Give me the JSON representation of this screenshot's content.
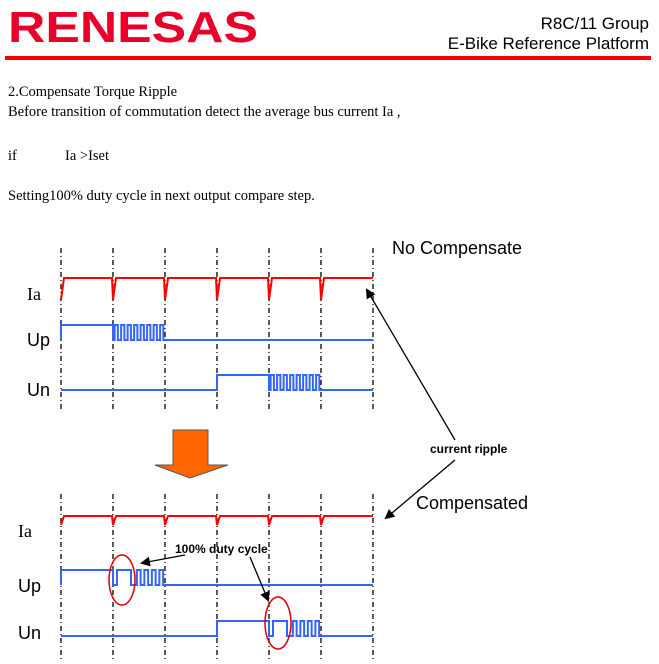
{
  "header": {
    "logo_text": "RENESAS",
    "group": "R8C/11 Group",
    "platform": "E-Bike Reference Platform"
  },
  "body": {
    "section_title": "2.Compensate Torque Ripple",
    "line1": "Before transition of commutation detect the average bus current Ia ,",
    "if_keyword": "if",
    "condition": "Ia >Iset",
    "line3": "Setting100% duty cycle in next output compare step."
  },
  "diagram": {
    "top_title": "No Compensate",
    "bottom_title": "Compensated",
    "signal_ia": "Ia",
    "signal_up": "Up",
    "signal_un": "Un",
    "annotation_ripple": "current ripple",
    "annotation_duty": "100% duty cycle",
    "colors": {
      "current": "#ff0000",
      "pwm": "#3366ff",
      "arrow": "#ff6600",
      "ellipse": "#e00000"
    }
  }
}
